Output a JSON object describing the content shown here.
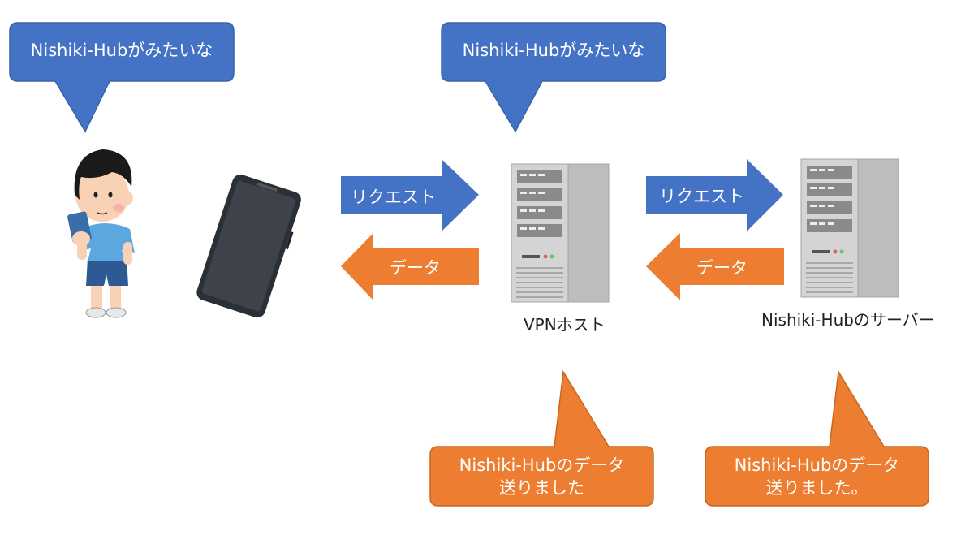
{
  "colors": {
    "blue": "#4472C4",
    "orange": "#ED7D31",
    "blue_border": "#3A62A8",
    "orange_border": "#C9661E"
  },
  "bubbles": {
    "user_thought": "Nishiki-Hubがみたいな",
    "vpn_thought": "Nishiki-Hubがみたいな",
    "vpn_reply": [
      "Nishiki-Hubのデータ",
      "送りました"
    ],
    "server_reply": [
      "Nishiki-Hubのデータ",
      "送りました。"
    ]
  },
  "arrows": {
    "request_1": "リクエスト",
    "data_1": "データ",
    "request_2": "リクエスト",
    "data_2": "データ"
  },
  "nodes": {
    "user": {
      "icon": "boy-with-phone-icon"
    },
    "phone": {
      "icon": "smartphone-icon"
    },
    "vpn_host": {
      "icon": "server-icon",
      "label": "VPNホスト"
    },
    "server": {
      "icon": "server-icon",
      "label": "Nishiki-Hubのサーバー"
    }
  }
}
